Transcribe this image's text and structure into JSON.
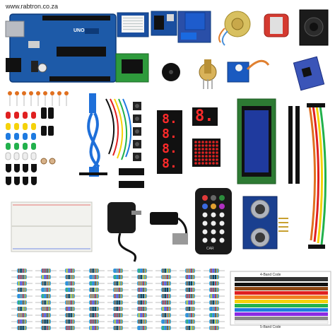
{
  "site_url": "www.rabtron.co.za",
  "uno_label": "UNO",
  "seven_seg_single": "8.",
  "seven_seg_quad": "8.8.8.8.",
  "remote_brand": "CAR",
  "resistor_chart": {
    "title": "4-Band Code",
    "footer": "5-Band Code"
  },
  "colors": {
    "arduino_blue": "#1d5aa8",
    "led_red": "#e02020",
    "led_yellow": "#f5d20a",
    "led_green": "#22b14c",
    "led_blue": "#1e7ae0",
    "usb_cable": "#1e6fd9",
    "lcd_screen": "#1f3a9e"
  }
}
